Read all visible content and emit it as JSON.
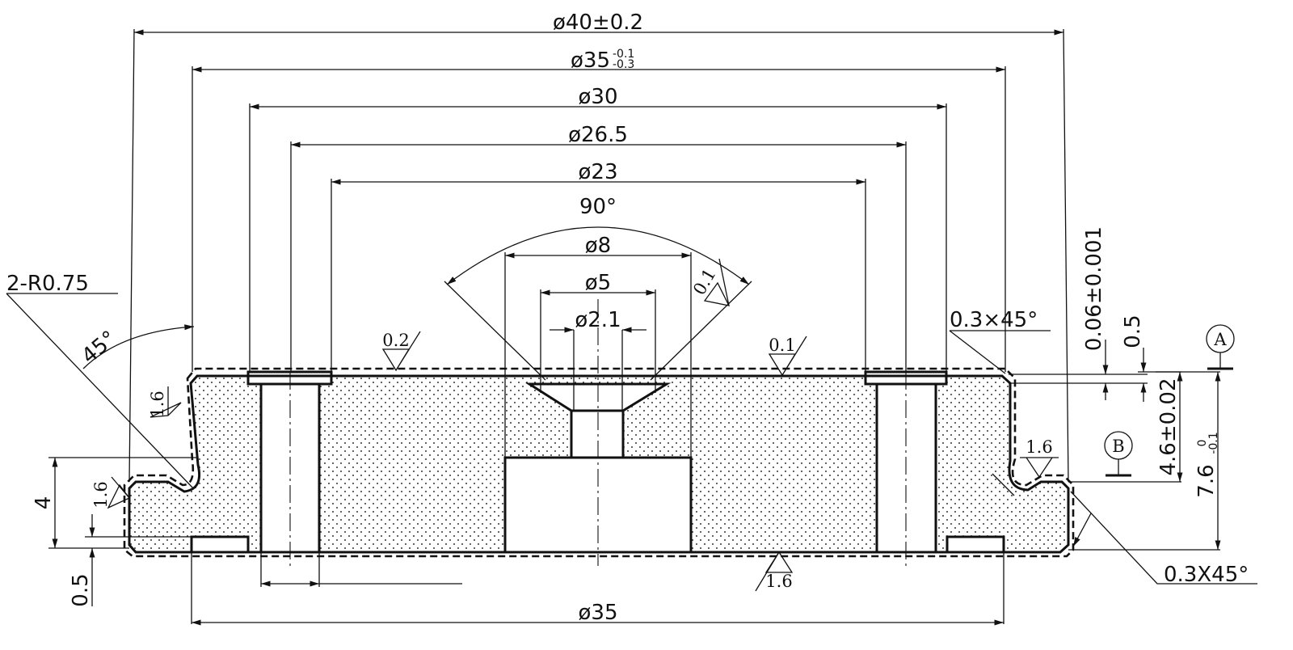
{
  "dimensions": {
    "d40": "ø40±0.2",
    "d35_base": "ø35",
    "d35_upper": "-0.1",
    "d35_lower": "-0.3",
    "d30": "ø30",
    "d26_5": "ø26.5",
    "d23": "ø23",
    "angle90": "90°",
    "d8": "ø8",
    "d5": "ø5",
    "d2_1": "ø2.1",
    "d35_bottom": "ø35",
    "radius": "2-R0.75",
    "angle45": "45°",
    "chamfer_top": "0.3×45°",
    "chamfer_bottom": "0.3X45°",
    "flatness": "0.06±0.001",
    "depth_0_5_right": "0.5",
    "height_4_6": "4.6±0.02",
    "height_7_6_base": "7.6",
    "height_7_6_upper": "0",
    "height_7_6_lower": "-0.1",
    "height_4": "4",
    "depth_0_5_left": "0.5"
  },
  "surface_finish": {
    "top_left": "0.2",
    "top_right": "0.1",
    "cone": "0.1",
    "left_upper": "1.6",
    "left_lower": "1.6",
    "right": "1.6",
    "bottom": "1.6"
  },
  "datums": {
    "a": "A",
    "b": "B"
  }
}
